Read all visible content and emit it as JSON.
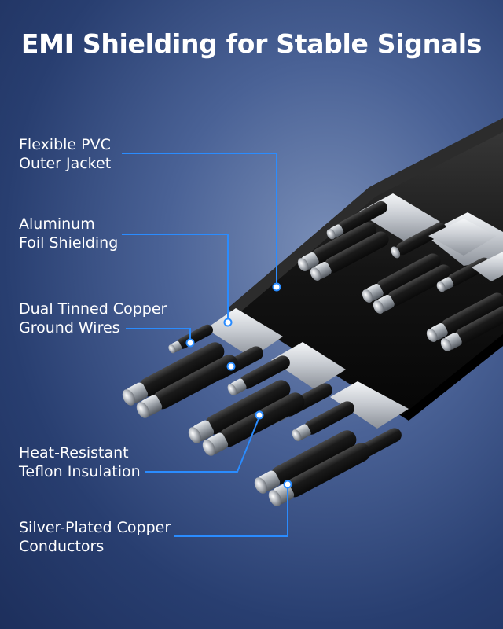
{
  "title": "EMI Shielding for Stable Signals",
  "accent_color": "#2a8cff",
  "labels": [
    {
      "id": "jacket",
      "line1": "Flexible PVC",
      "line2": "Outer Jacket"
    },
    {
      "id": "foil",
      "line1": "Aluminum",
      "line2": "Foil Shielding"
    },
    {
      "id": "ground",
      "line1": "Dual Tinned Copper",
      "line2": "Ground Wires"
    },
    {
      "id": "teflon",
      "line1": "Heat-Resistant",
      "line2": "Teflon Insulation"
    },
    {
      "id": "conductor",
      "line1": "Silver-Plated Copper",
      "line2": "Conductors"
    }
  ]
}
